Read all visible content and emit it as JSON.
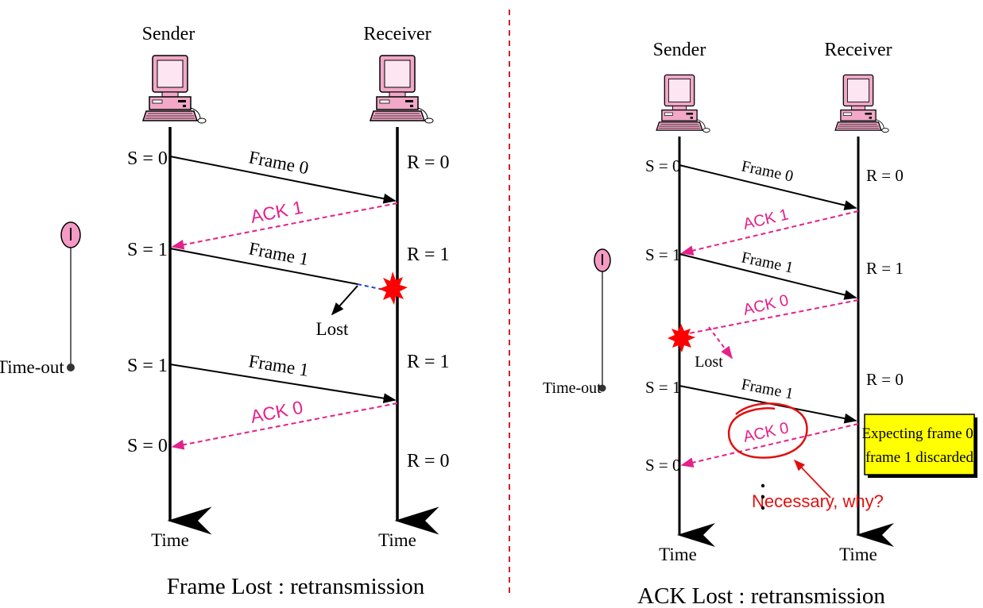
{
  "left": {
    "sender_label": "Sender",
    "receiver_label": "Receiver",
    "sender_time": "Time",
    "receiver_time": "Time",
    "timeout_label": "Time-out",
    "lost_label": "Lost",
    "caption": "Frame Lost : retransmission",
    "sender_states": [
      "S = 0",
      "S = 1",
      "S = 1",
      "S = 0"
    ],
    "receiver_states": [
      "R = 0",
      "R = 1",
      "R = 1",
      "R = 0"
    ],
    "frames": [
      "Frame 0",
      "Frame 1",
      "Frame 1"
    ],
    "acks": [
      "ACK 1",
      "ACK 0"
    ]
  },
  "right": {
    "sender_label": "Sender",
    "receiver_label": "Receiver",
    "sender_time": "Time",
    "receiver_time": "Time",
    "timeout_label": "Time-out",
    "lost_label": "Lost",
    "caption": "ACK Lost : retransmission",
    "sender_states": [
      "S = 0",
      "S = 1",
      "S = 1",
      "S = 0"
    ],
    "receiver_states": [
      "R = 0",
      "R = 1",
      "R = 0"
    ],
    "frames": [
      "Frame 0",
      "Frame 1",
      "Frame 1"
    ],
    "acks": [
      "ACK 1",
      "ACK 0",
      "ACK 0"
    ],
    "note_line1": "Expecting frame 0,",
    "note_line2": "frame 1 discarded",
    "annotation": "Necessary, why?"
  },
  "colors": {
    "frame_arrow": "#000000",
    "ack_arrow": "#e4208a",
    "lost_burst": "#ff0000",
    "divider": "#d0202a",
    "annotation": "#e01010",
    "note_fill": "#ffff00"
  }
}
